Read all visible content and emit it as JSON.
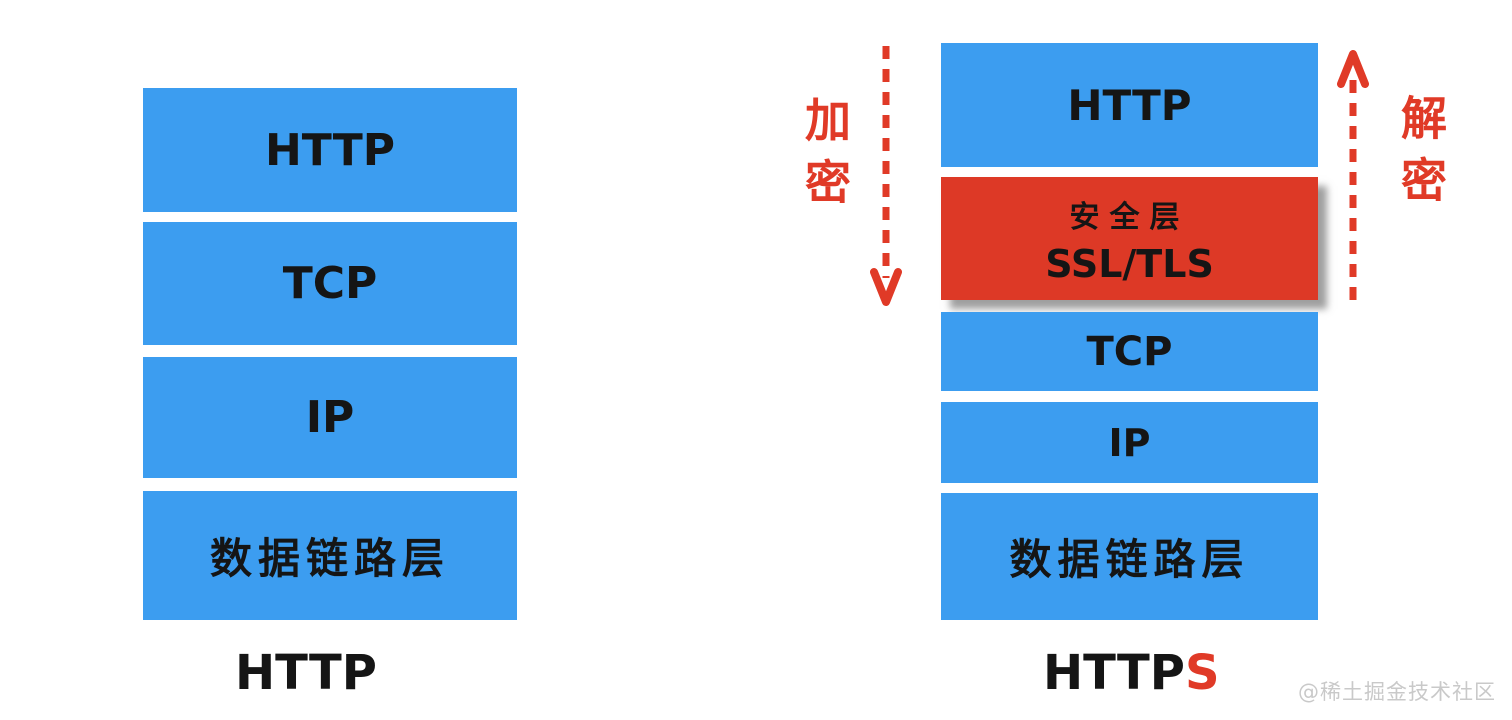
{
  "colors": {
    "layer_blue": "#3C9DF0",
    "layer_red": "#DD3926",
    "annotation_red": "#E03A27",
    "text_black": "#151515",
    "watermark_gray": "#c9c9c9"
  },
  "left_stack": {
    "caption": "HTTP",
    "layers": [
      {
        "label": "HTTP"
      },
      {
        "label": "TCP"
      },
      {
        "label": "IP"
      },
      {
        "label": "数据链路层"
      }
    ]
  },
  "right_stack": {
    "caption_prefix": "HTTP",
    "caption_suffix": "S",
    "layers": [
      {
        "label": "HTTP"
      },
      {
        "line1": "安全层",
        "line2": "SSL/TLS"
      },
      {
        "label": "TCP"
      },
      {
        "label": "IP"
      },
      {
        "label": "数据链路层"
      }
    ]
  },
  "annotations": {
    "encrypt": "加密",
    "decrypt": "解密"
  },
  "watermark": "@稀土掘金技术社区"
}
